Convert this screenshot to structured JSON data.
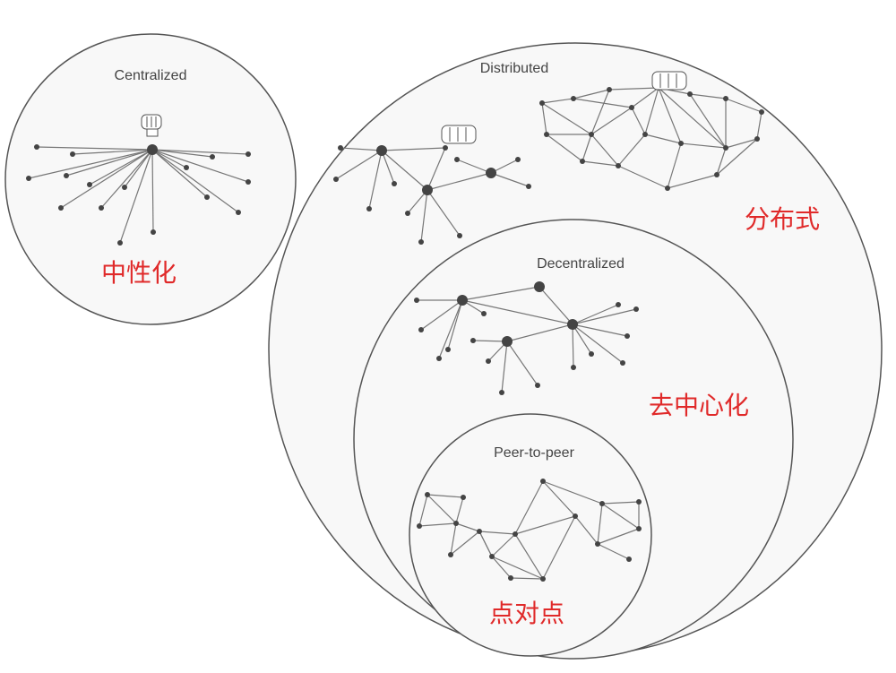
{
  "diagram": {
    "centralized": {
      "title": "Centralized",
      "caption": "中性化"
    },
    "distributed": {
      "title": "Distributed",
      "caption": "分布式"
    },
    "decentralized": {
      "title": "Decentralized",
      "caption": "去中心化"
    },
    "peer_to_peer": {
      "title": "Peer-to-peer",
      "caption": "点对点"
    }
  },
  "colors": {
    "caption": "#e02a2a",
    "outline": "#555555",
    "fill": "#f7f7f7",
    "node": "#444444"
  }
}
